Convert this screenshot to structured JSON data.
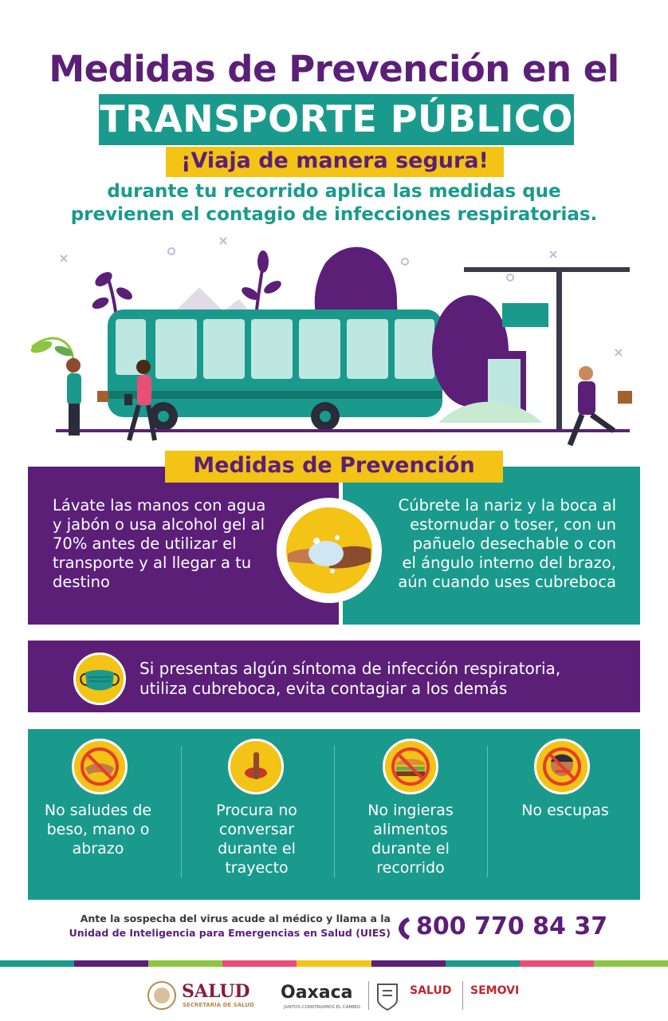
{
  "header": {
    "title_line1": "Medidas de Prevención en el",
    "title_line2": "TRANSPORTE PÚBLICO",
    "slogan": "¡Viaja de manera segura!",
    "subtitle_line1": "durante tu recorrido aplica las medidas que",
    "subtitle_line2": "previenen el contagio de infecciones respiratorias."
  },
  "prevention": {
    "header": "Medidas de Prevención",
    "handwash": {
      "text": "Lávate las manos con agua y jabón o usa alcohol gel al 70% antes de utilizar el transporte y al llegar a tu destino",
      "icon": "handwash-icon"
    },
    "cover": {
      "text": "Cúbrete la nariz y la boca al estornudar o toser, con un pañuelo desechable o con el ángulo interno del brazo, aún cuando uses cubreboca"
    },
    "mask": {
      "text_line1": "Si presentas algún síntoma de infección respiratoria,",
      "text_line2": "utiliza cubreboca, evita contagiar a los demás",
      "icon": "face-mask-icon"
    },
    "tips": [
      {
        "text": "No saludes de beso, mano o abrazo",
        "icon": "no-handshake-icon"
      },
      {
        "text": "Procura no conversar durante el trayecto",
        "icon": "no-talking-icon"
      },
      {
        "text": "No ingieras alimentos durante el recorrido",
        "icon": "no-eating-icon"
      },
      {
        "text": "No escupas",
        "icon": "no-spitting-icon"
      }
    ]
  },
  "footer": {
    "line1": "Ante la sospecha del virus acude al médico y llama a la",
    "line2": "Unidad de Inteligencia para Emergencias en Salud (UIES)",
    "phone": "800 770 84 37",
    "logos": {
      "salud": "SALUD",
      "salud_sub": "SECRETARÍA DE SALUD",
      "oaxaca": "Oaxaca",
      "oaxaca_sub": "JUNTOS CONSTRUIMOS EL CAMBIO",
      "salud2": "SALUD",
      "semovi": "SEMOVI"
    }
  },
  "colors": {
    "purple": "#5b1f78",
    "teal": "#1a9a8c",
    "yellow": "#f3c315",
    "stripe": [
      "#1a9a8c",
      "#5b1f78",
      "#8dc63f",
      "#e94e77",
      "#f3c315",
      "#5b1f78",
      "#1a9a8c",
      "#e94e77",
      "#8dc63f"
    ]
  }
}
